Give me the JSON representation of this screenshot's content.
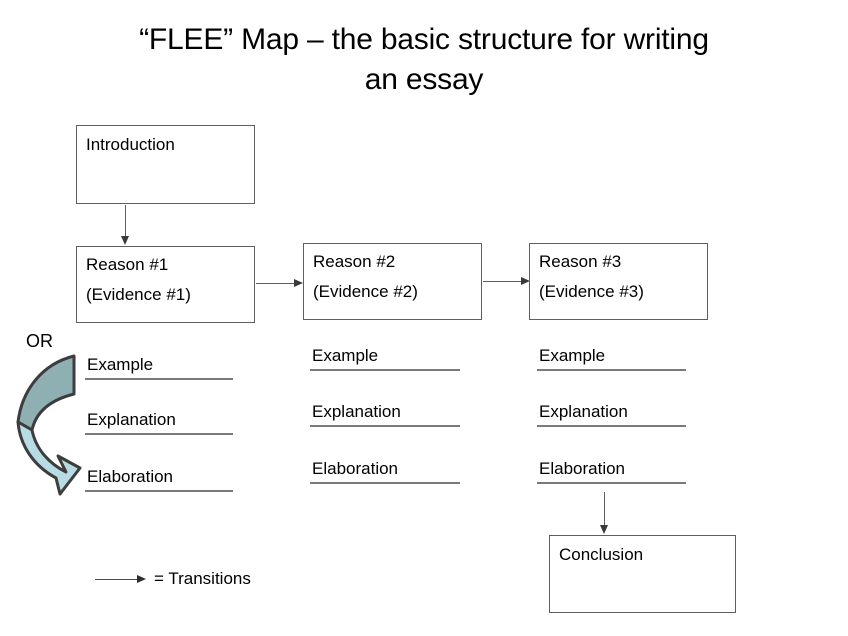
{
  "slide": {
    "title": "“FLEE” Map – the basic structure for writing\nan essay",
    "background_color": "#ffffff",
    "text_color": "#000000"
  },
  "boxes": {
    "introduction": {
      "line1": "Introduction"
    },
    "reason1": {
      "line1": "Reason #1",
      "line2": "(Evidence #1)"
    },
    "reason2": {
      "line1": "Reason #2",
      "line2": "(Evidence #2)"
    },
    "reason3": {
      "line1": "Reason #3",
      "line2": "(Evidence #3)"
    },
    "conclusion": {
      "line1": "Conclusion"
    }
  },
  "or": {
    "label": "OR",
    "arrow_top_color": "#8FB0B3",
    "arrow_bottom_color": "#B8DCE3",
    "arrow_outline_color": "#3d3d3d"
  },
  "columns": [
    {
      "name": "column-1",
      "items": [
        {
          "label": "Example"
        },
        {
          "label": "Explanation"
        },
        {
          "label": "Elaboration"
        }
      ]
    },
    {
      "name": "column-2",
      "items": [
        {
          "label": "Example"
        },
        {
          "label": "Explanation"
        },
        {
          "label": "Elaboration"
        }
      ]
    },
    {
      "name": "column-3",
      "items": [
        {
          "label": "Example"
        },
        {
          "label": "Explanation"
        },
        {
          "label": "Elaboration"
        }
      ]
    }
  ],
  "legend": {
    "text": "= Transitions"
  },
  "style": {
    "box_border_color": "#5f5f5f",
    "rule_color": "#7a7a7a",
    "arrow_color": "#5f5f5f"
  }
}
